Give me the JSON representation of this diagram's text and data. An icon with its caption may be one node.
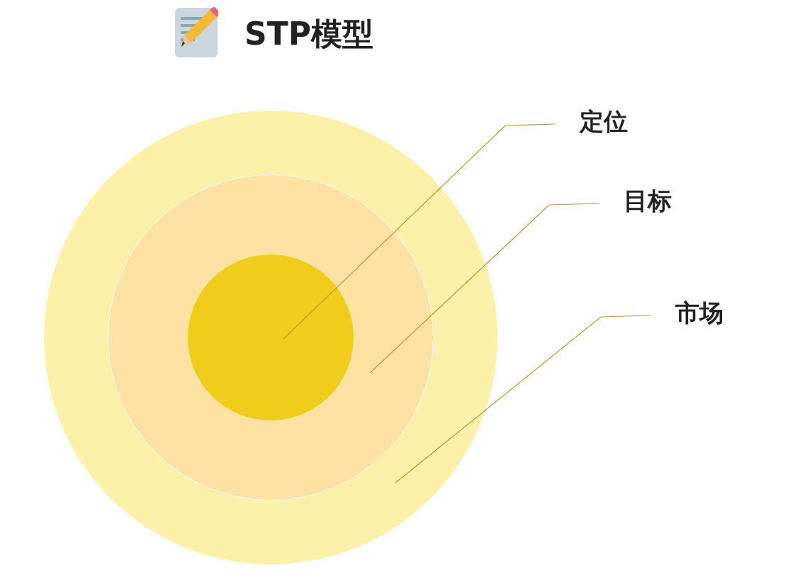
{
  "diagram": {
    "title": "STP模型",
    "nodes": [
      {
        "text": [
          "定位"
        ]
      },
      {
        "text": [
          "目标"
        ]
      },
      {
        "text": [
          "市场"
        ]
      },
      {
        "text": [],
        "shape": "circle"
      },
      {
        "text": [],
        "shape": "circle",
        "in": 3
      },
      {
        "text": [],
        "shape": "circle",
        "in": 4
      }
    ],
    "edges": [
      {
        "from": 0,
        "to": 5,
        "arrow": "none"
      },
      {
        "from": 1,
        "to": 4,
        "arrow": "none"
      },
      {
        "from": 2,
        "to": 3,
        "arrow": "none"
      }
    ]
  }
}
